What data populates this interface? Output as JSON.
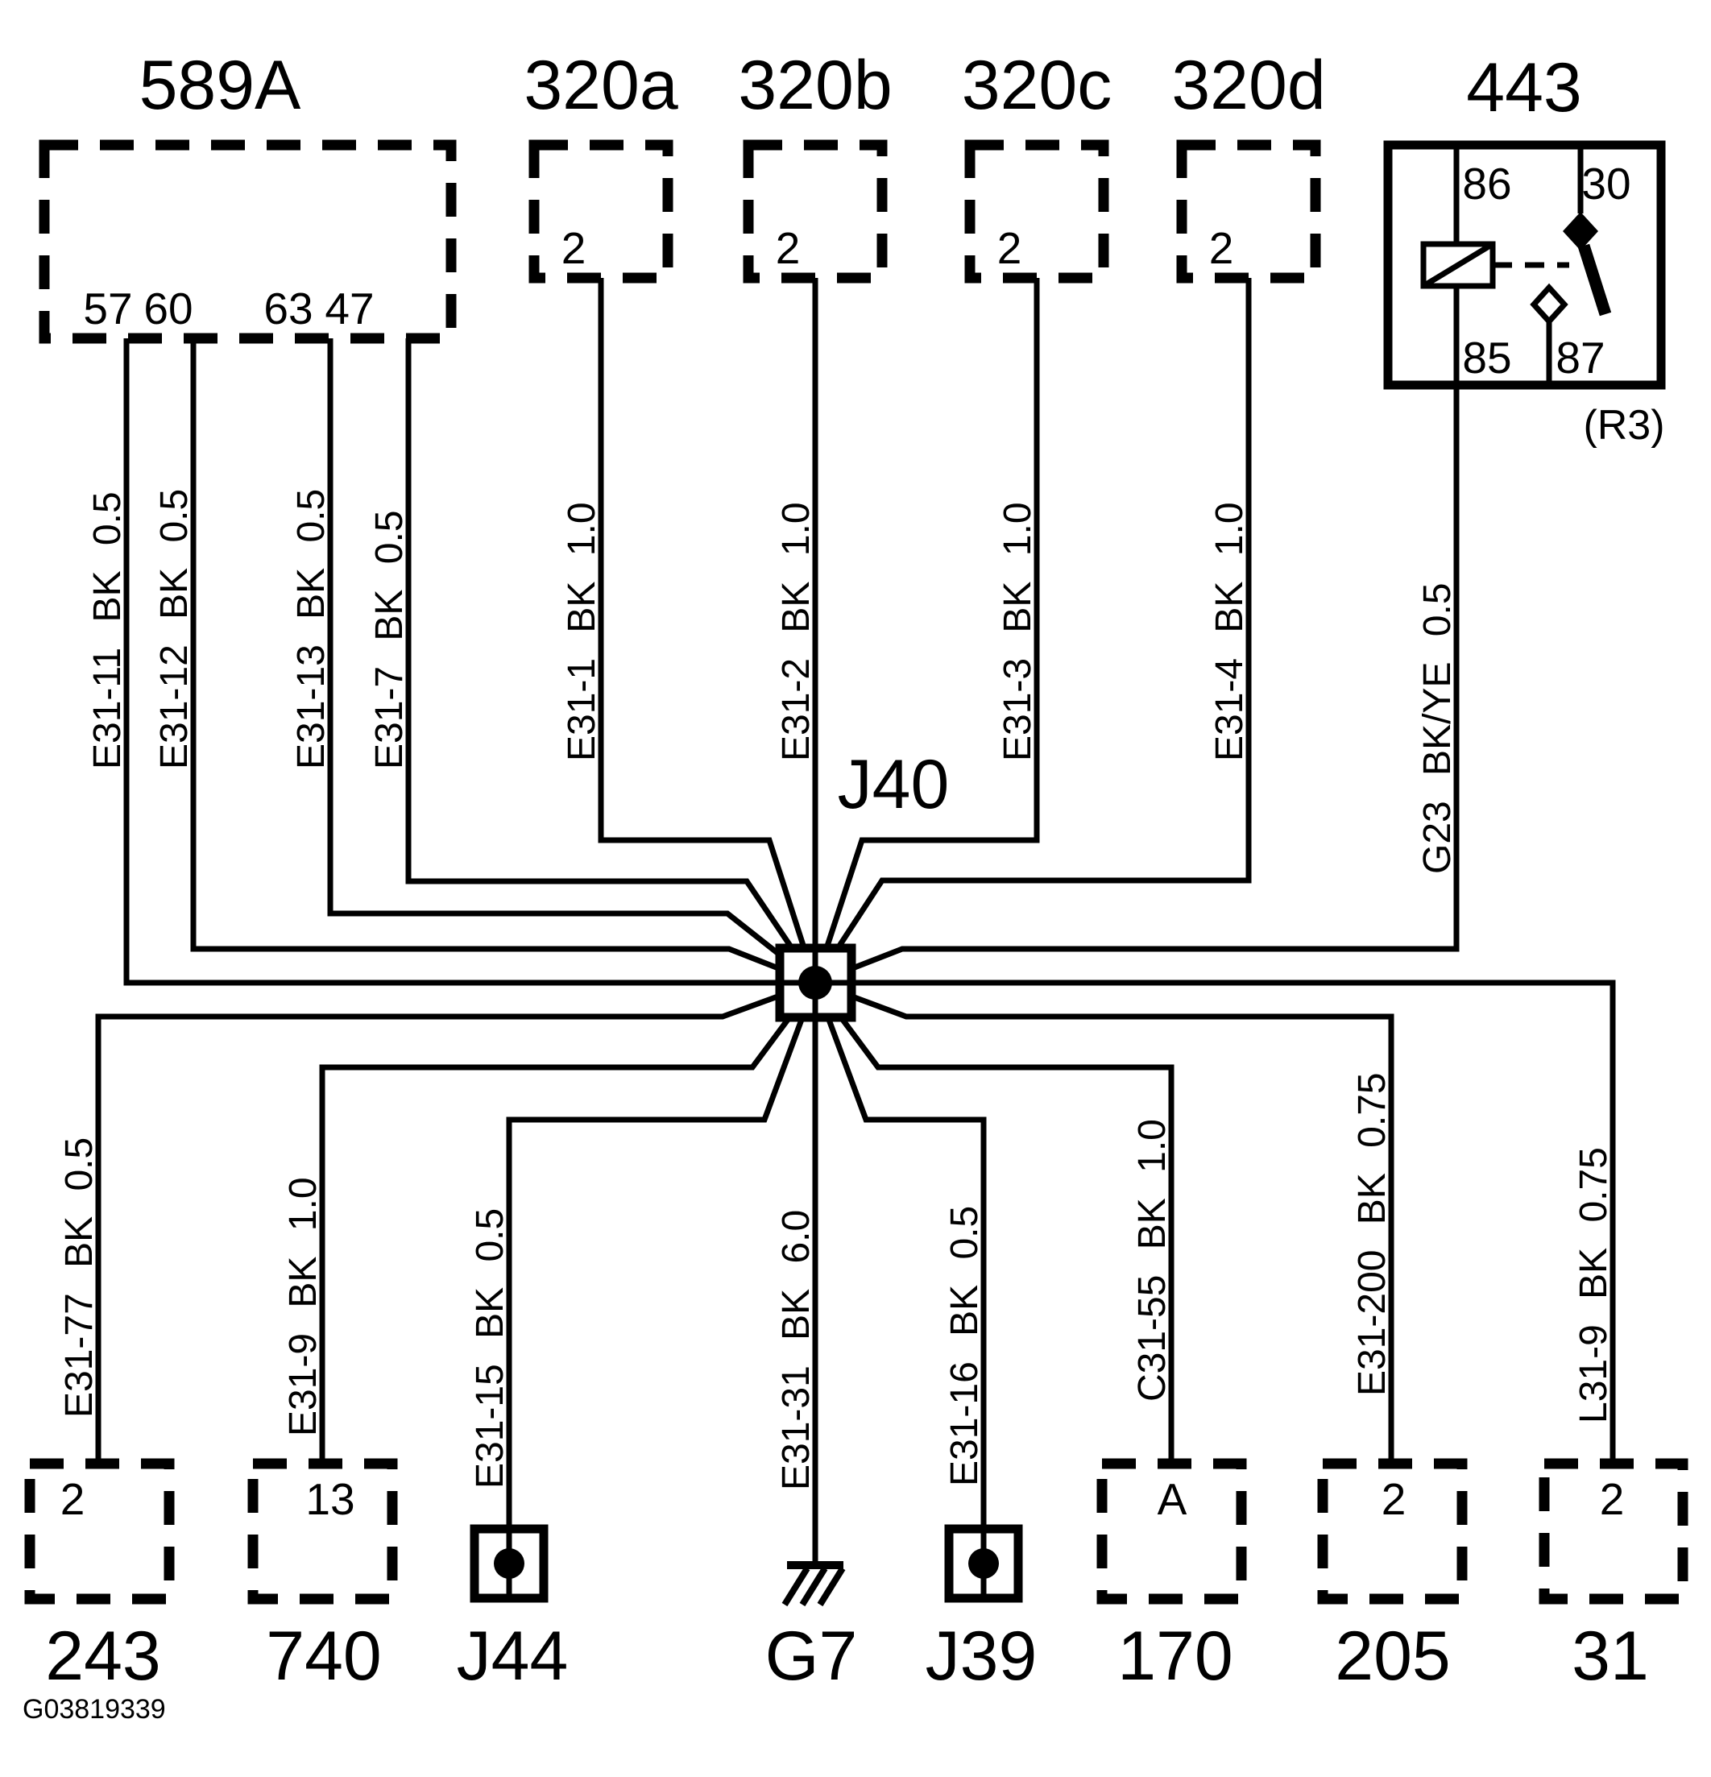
{
  "diagram_id": "G03819339",
  "splices": {
    "j40": "J40",
    "j44": "J44",
    "j39": "J39"
  },
  "grounds": {
    "g7": "G7"
  },
  "relay": {
    "label": "443",
    "designation": "(R3)",
    "pin_86": "86",
    "pin_30": "30",
    "pin_85": "85",
    "pin_87": "87"
  },
  "connectors": {
    "c589a": {
      "label": "589A",
      "pin_57": "57",
      "pin_60": "60",
      "pin_63": "63",
      "pin_47": "47"
    },
    "c320a": {
      "label": "320a",
      "pin": "2"
    },
    "c320b": {
      "label": "320b",
      "pin": "2"
    },
    "c320c": {
      "label": "320c",
      "pin": "2"
    },
    "c320d": {
      "label": "320d",
      "pin": "2"
    },
    "c243": {
      "label": "243",
      "pin": "2"
    },
    "c740": {
      "label": "740",
      "pin": "13"
    },
    "c170": {
      "label": "170",
      "pin": "A"
    },
    "c205": {
      "label": "205",
      "pin": "2"
    },
    "c31": {
      "label": "31",
      "pin": "2"
    }
  },
  "wires": {
    "e31_11": "E31-11 BK 0.5",
    "e31_12": "E31-12 BK 0.5",
    "e31_13": "E31-13 BK 0.5",
    "e31_7": "E31-7 BK 0.5",
    "e31_1": "E31-1 BK 1.0",
    "e31_2": "E31-2 BK 1.0",
    "e31_3": "E31-3 BK 1.0",
    "e31_4": "E31-4 BK 1.0",
    "g23": "G23 BK/YE 0.5",
    "e31_77": "E31-77 BK 0.5",
    "e31_9": "E31-9 BK 1.0",
    "e31_15": "E31-15 BK 0.5",
    "e31_31": "E31-31 BK 6.0",
    "e31_16": "E31-16 BK 0.5",
    "c31_55": "C31-55 BK 1.0",
    "e31_200": "E31-200 BK 0.75",
    "l31_9": "L31-9 BK 0.75"
  }
}
